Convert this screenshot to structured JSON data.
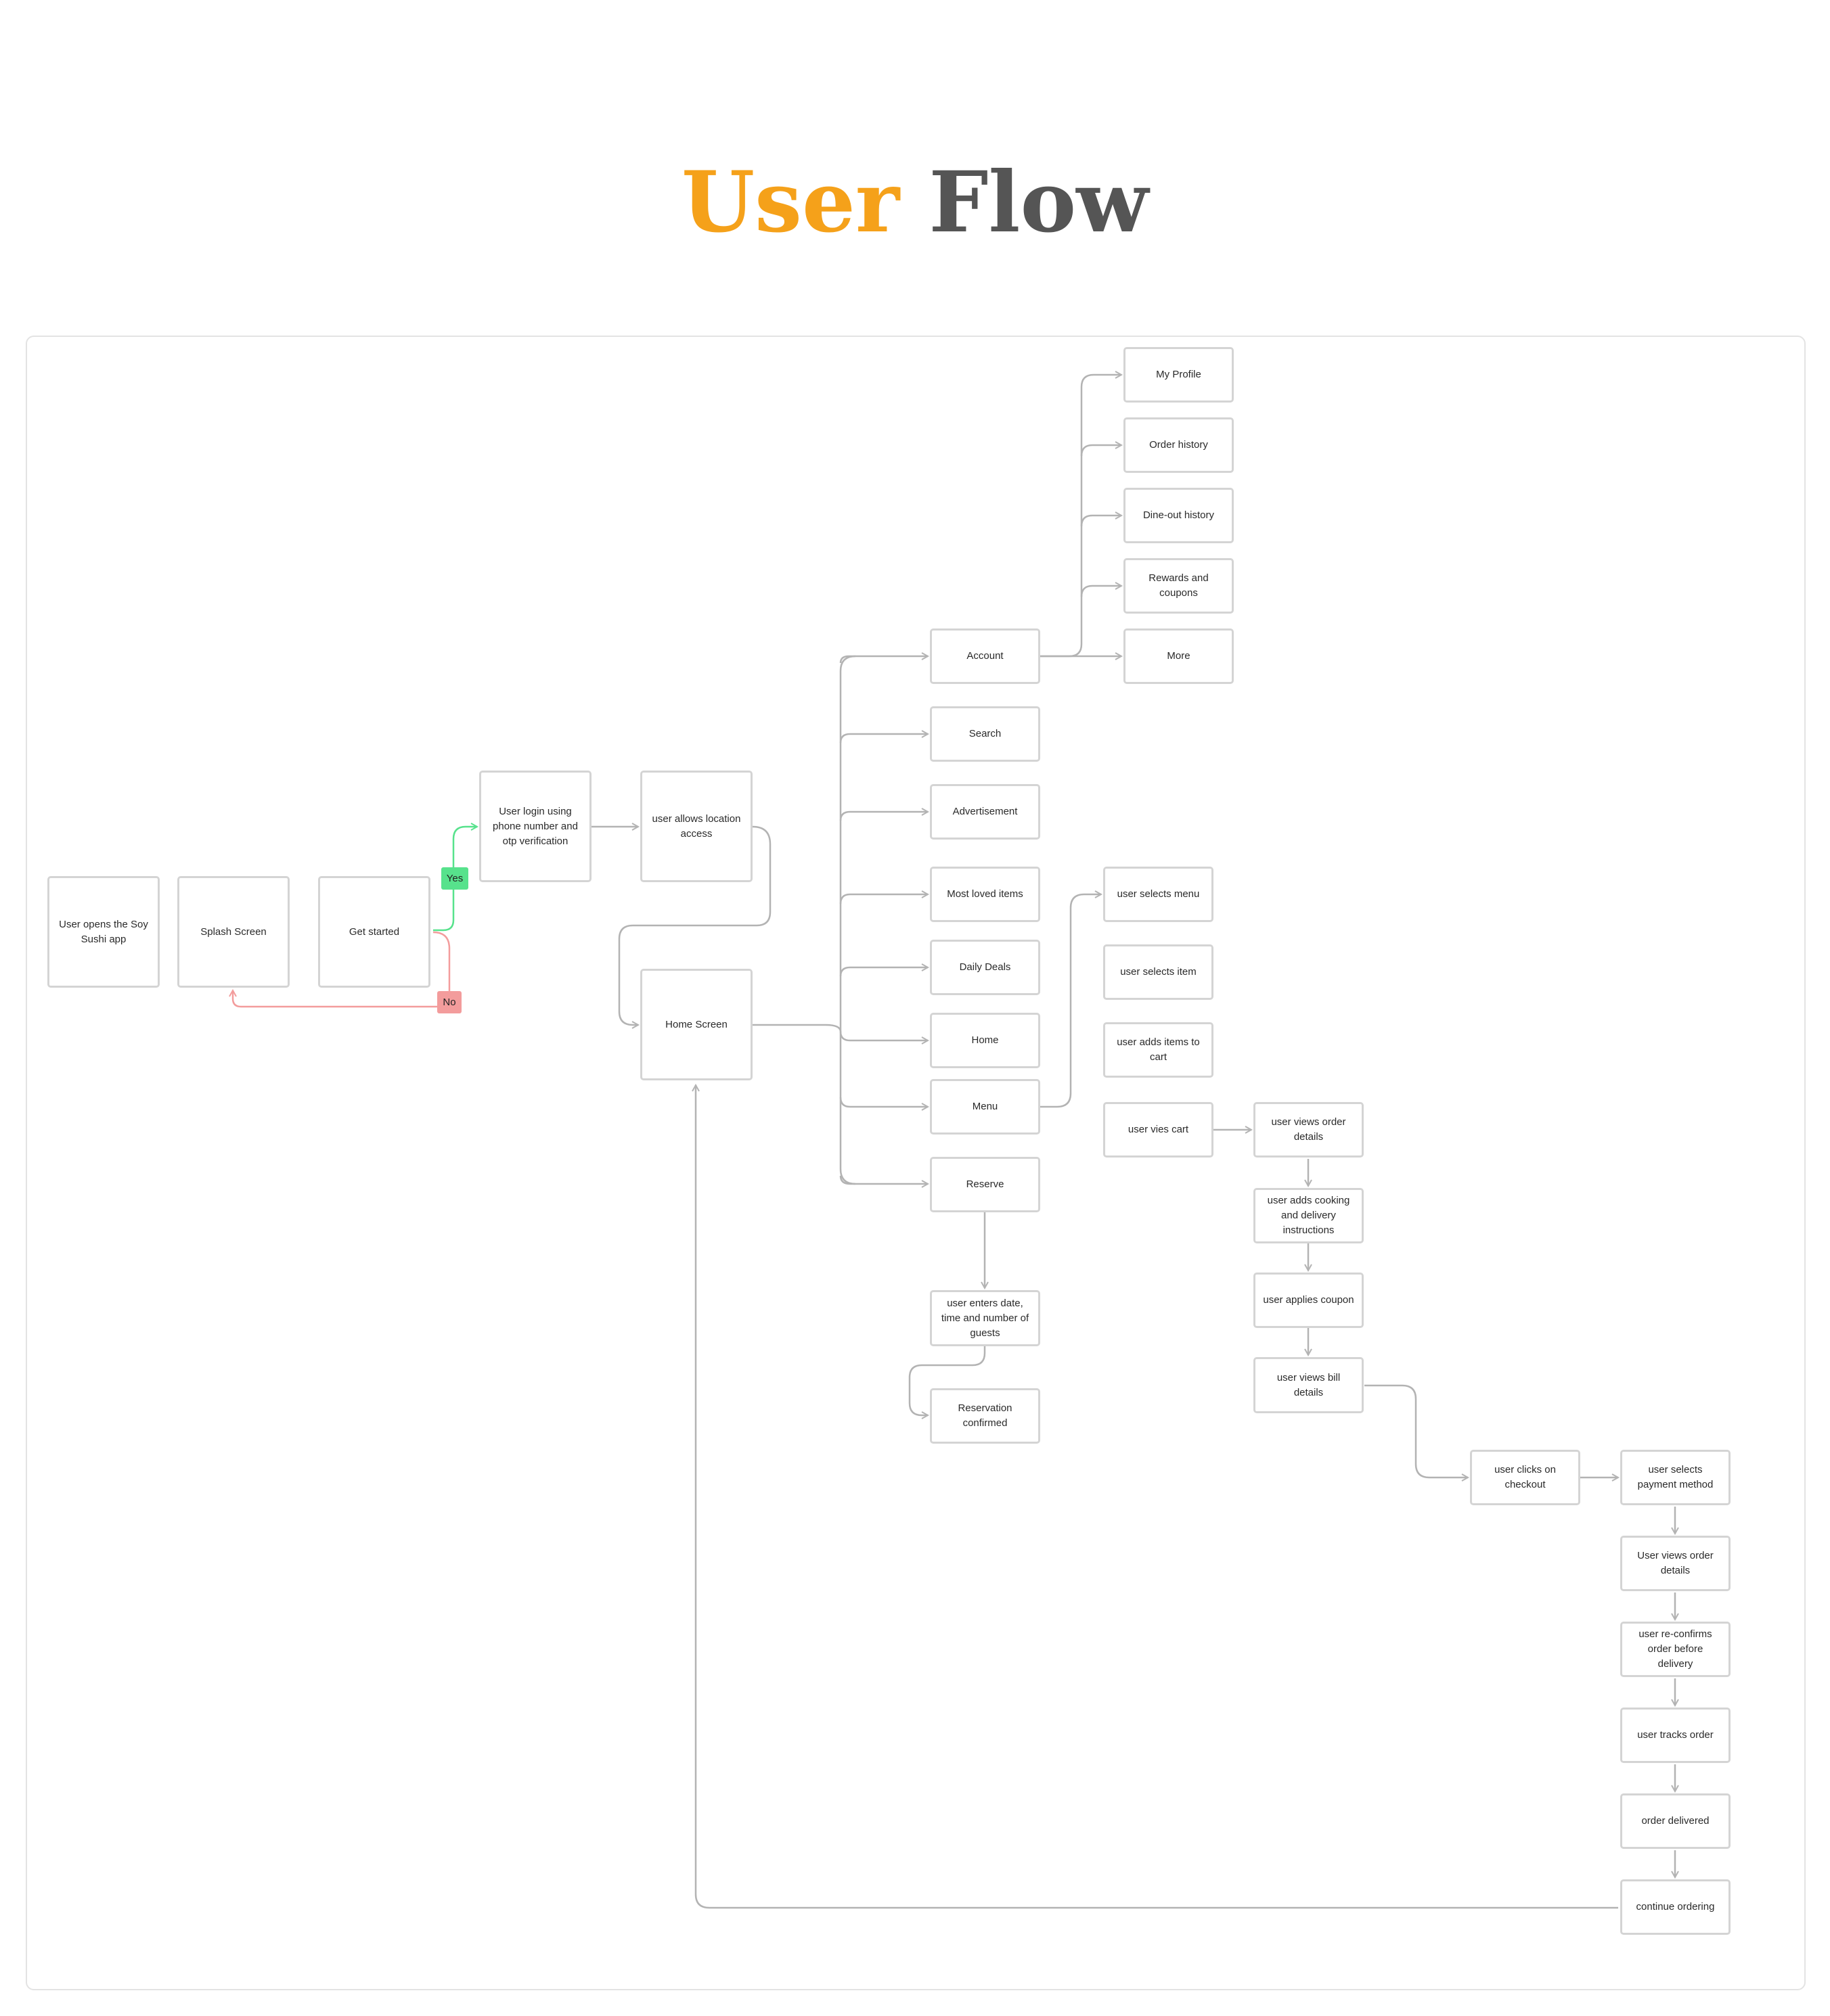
{
  "title": {
    "word1": "User",
    "word2": "Flow"
  },
  "colors": {
    "accent": "#F5A11A",
    "title_gray": "#555555",
    "edge": "#b3b3b3",
    "yes": "#57E28C",
    "no": "#F39C9C"
  },
  "badges": {
    "yes": "Yes",
    "no": "No"
  },
  "nodes": {
    "opens_app": "User opens the Soy Sushi app",
    "splash": "Splash Screen",
    "get_started": "Get started",
    "login": "User login using phone number and otp verification",
    "location": "user allows location access",
    "home_screen": "Home Screen",
    "account": "Account",
    "search": "Search",
    "advertisement": "Advertisement",
    "most_loved": "Most loved items",
    "daily_deals": "Daily Deals",
    "home": "Home",
    "menu": "Menu",
    "reserve": "Reserve",
    "my_profile": "My Profile",
    "order_history": "Order history",
    "dineout_history": "Dine-out history",
    "rewards": "Rewards and coupons",
    "more": "More",
    "enter_date": "user enters date, time and number of guests",
    "res_confirmed": "Reservation confirmed",
    "select_menu": "user selects menu",
    "select_item": "user selects item",
    "add_to_cart": "user adds items to cart",
    "view_cart": "user vies cart",
    "view_order_details": "user views order details",
    "cooking_instr": "user adds cooking and delivery instructions",
    "apply_coupon": "user applies coupon",
    "bill_details": "user views bill details",
    "checkout": "user clicks on checkout",
    "payment": "user selects payment method",
    "view_order_details2": "User views order details",
    "reconfirm": "user re-confirms order before delivery",
    "track": "user tracks order",
    "delivered": "order delivered",
    "continue": "continue ordering"
  }
}
